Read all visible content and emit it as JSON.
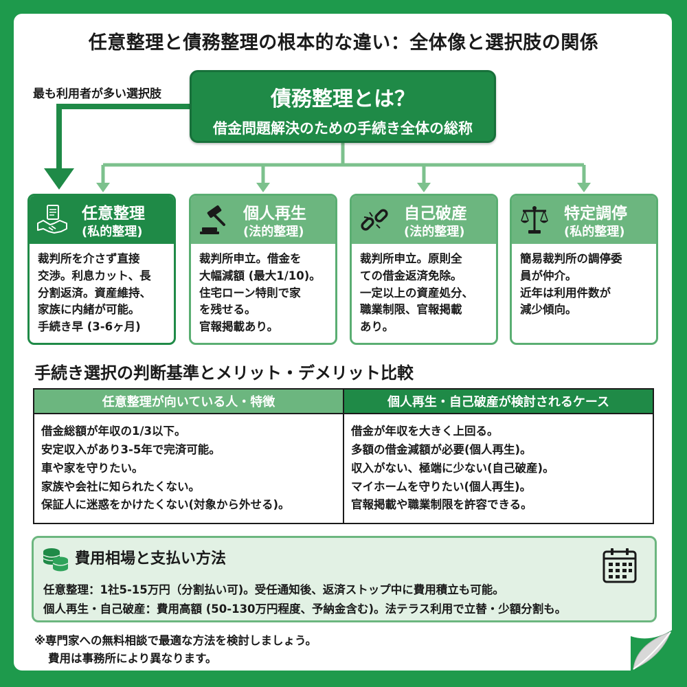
{
  "title": "任意整理と債務整理の根本的な違い：全体像と選択肢の関係",
  "side_note": "最も利用者が多い選択肢",
  "hub": {
    "title": "債務整理とは？",
    "subtitle": "借金問題解決のための手続き全体の総称"
  },
  "cards": [
    {
      "name": "任意整理",
      "type": "(私的整理)",
      "icon": "handshake-icon",
      "lines": [
        "裁判所を介さず直接",
        "交渉。利息カット、長",
        "分割返済。資産維持、",
        "家族に内緒が可能。",
        "手続き早 (3-6ヶ月)"
      ]
    },
    {
      "name": "個人再生",
      "type": "(法的整理)",
      "icon": "gavel-icon",
      "lines": [
        "裁判所申立。借金を",
        "大幅減額 (最大1/10)。",
        "住宅ローン特則で家",
        "を残せる。",
        "官報掲載あり。"
      ]
    },
    {
      "name": "自己破産",
      "type": "(法的整理)",
      "icon": "broken-chain-icon",
      "lines": [
        "裁判所申立。原則全",
        "ての借金返済免除。",
        "一定以上の資産処分、",
        "職業制限、官報掲載",
        "あり。"
      ]
    },
    {
      "name": "特定調停",
      "type": "(私的整理)",
      "icon": "scales-icon",
      "lines": [
        "簡易裁判所の調停委",
        "員が仲介。",
        "近年は利用件数が",
        "減少傾向。"
      ]
    }
  ],
  "comparison": {
    "section_title": "手続き選択の判断基準とメリット・デメリット比較",
    "left": {
      "header": "任意整理が向いている人・特徴",
      "items": [
        "借金総額が年収の1/3以下。",
        "安定収入があり3-5年で完済可能。",
        "車や家を守りたい。",
        "家族や会社に知られたくない。",
        "保証人に迷惑をかけたくない(対象から外せる)。"
      ]
    },
    "right": {
      "header": "個人再生・自己破産が検討されるケース",
      "items": [
        "借金が年収を大きく上回る。",
        "多額の借金減額が必要(個人再生)。",
        "収入がない、極端に少ない(自己破産)。",
        "マイホームを守りたい(個人再生)。",
        "官報掲載や職業制限を許容できる。"
      ]
    }
  },
  "cost": {
    "title": "費用相場と支払い方法",
    "icon": "coins-icon",
    "calendar_icon": "calendar-icon",
    "line1": "任意整理：1社5-15万円（分割払い可)。受任通知後、返済ストップ中に費用積立も可能。",
    "line2": "個人再生・自己破産：費用高額 (50-130万円程度、予納金含む)。法テラス利用で立替・少額分割も。"
  },
  "footnote": {
    "line1": "※専門家への無料相談で最適な方法を検討しましょう。",
    "line2": "費用は事務所により異なります。"
  },
  "colors": {
    "frame": "#1e9a4c",
    "dark_green": "#1f8a47",
    "light_green": "#6cb67f",
    "pale_green": "#e2f1e4"
  }
}
